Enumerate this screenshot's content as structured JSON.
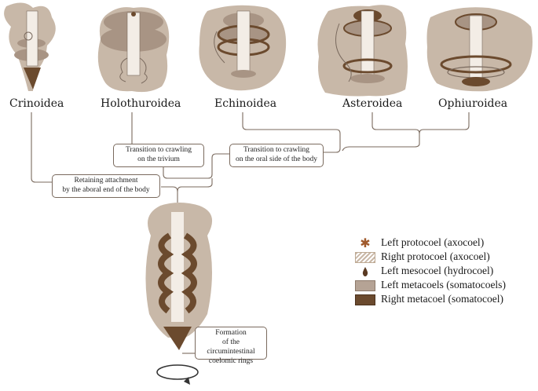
{
  "taxa": [
    {
      "key": "crinoidea",
      "label": "Crinoidea"
    },
    {
      "key": "holothuroidea",
      "label": "Holothuroidea"
    },
    {
      "key": "echinoidea",
      "label": "Echinoidea"
    },
    {
      "key": "asteroidea",
      "label": "Asteroidea"
    },
    {
      "key": "ophiuroidea",
      "label": "Ophiuroidea"
    }
  ],
  "callouts": {
    "trivium": {
      "line1": "Transition to crawling",
      "line2": "on the trivium"
    },
    "oral_side": {
      "line1": "Transition to crawling",
      "line2": "on the oral side of the body"
    },
    "attachment": {
      "line1": "Retaining attachment",
      "line2": "by the aboral end of the body"
    },
    "formation": {
      "line1": "Formation",
      "line2": "of the circumintestinal",
      "line3": "coelomic rings"
    }
  },
  "legend": [
    {
      "icon": "asterisk-icon",
      "label": "Left protocoel (axocoel)"
    },
    {
      "icon": "hatched-swatch",
      "label": "Right protocoel (axocoel)"
    },
    {
      "icon": "drop-icon",
      "label": "Left mesocoel (hydrocoel)"
    },
    {
      "icon": "light-brown-swatch",
      "label": "Left metacoels (somatocoels)"
    },
    {
      "icon": "dark-brown-swatch",
      "label": "Right metacoel (somatocoel)"
    }
  ],
  "colors": {
    "body": "#c8b8a8",
    "left_metacoel": "#a89484",
    "right_metacoel": "#6b4a2e",
    "gut": "#f3ede6",
    "line": "#7a6a5e",
    "protocoel": "#a05a2c"
  }
}
